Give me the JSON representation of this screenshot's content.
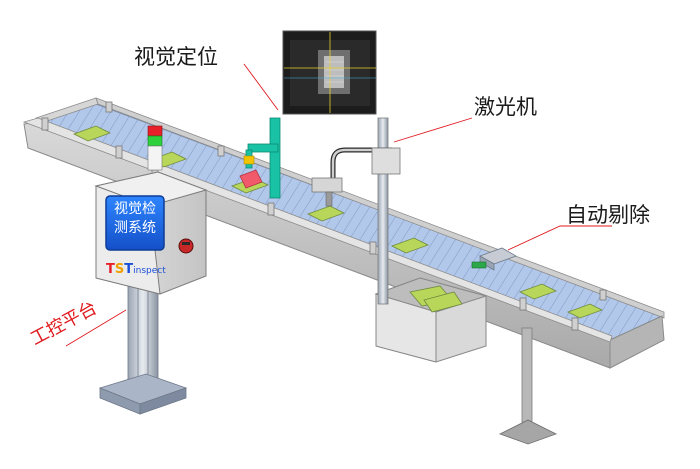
{
  "labels": {
    "vision_positioning": "视觉定位",
    "laser_machine": "激光机",
    "auto_reject": "自动剔除",
    "ipc_platform": "工控平台"
  },
  "kiosk": {
    "screen_line1": "视觉检",
    "screen_line2": "测系统",
    "brand_t1": "T",
    "brand_s": "S",
    "brand_t2": "T",
    "brand_rest": "inspect"
  },
  "colors": {
    "accent_red": "#e0191e",
    "screen_blue": "#1f6fe0",
    "belt_blue": "#a9c1e6",
    "frame_gray": "#c8c8c8",
    "camera_green": "#19c2a4"
  }
}
